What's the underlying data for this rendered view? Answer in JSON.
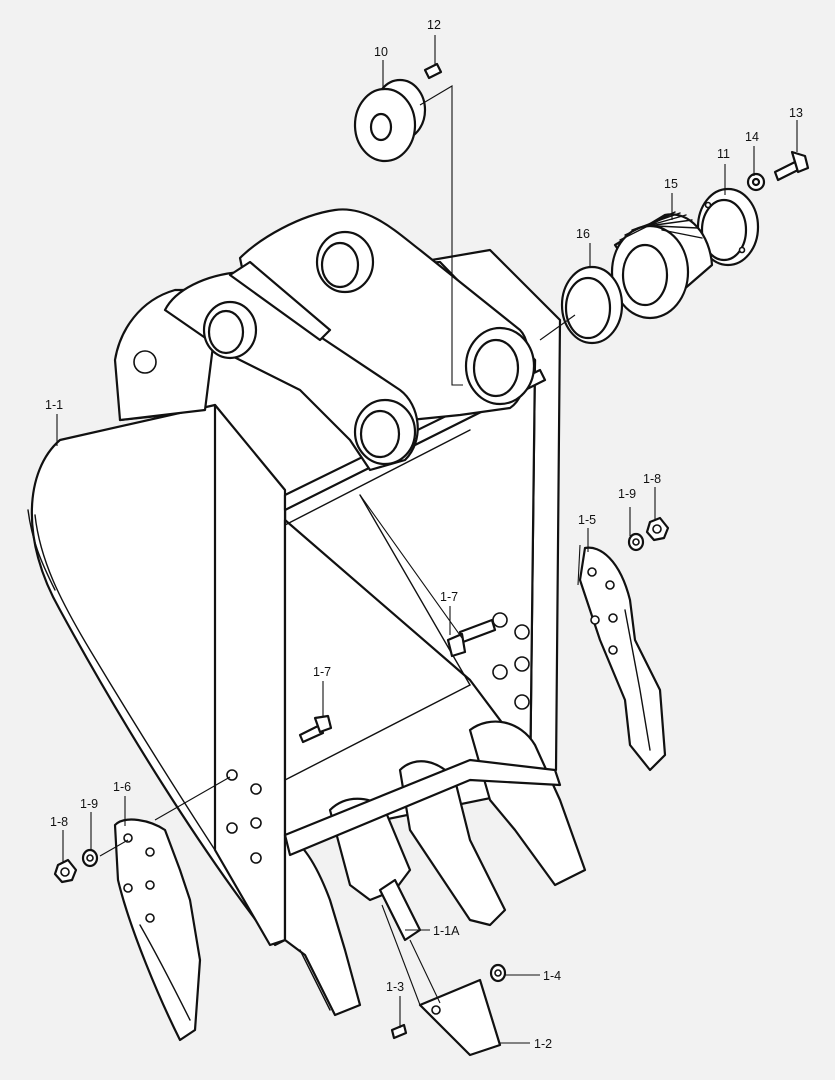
{
  "labels": {
    "l10": "10",
    "l12": "12",
    "l13": "13",
    "l14": "14",
    "l11": "11",
    "l15": "15",
    "l16": "16",
    "l1_1": "1-1",
    "l1_9a": "1-9",
    "l1_8a": "1-8",
    "l1_5": "1-5",
    "l1_7a": "1-7",
    "l1_7b": "1-7",
    "l1_6": "1-6",
    "l1_9b": "1-9",
    "l1_8b": "1-8",
    "l1_1A": "1-1A",
    "l1_4": "1-4",
    "l1_3": "1-3",
    "l1_2": "1-2"
  }
}
